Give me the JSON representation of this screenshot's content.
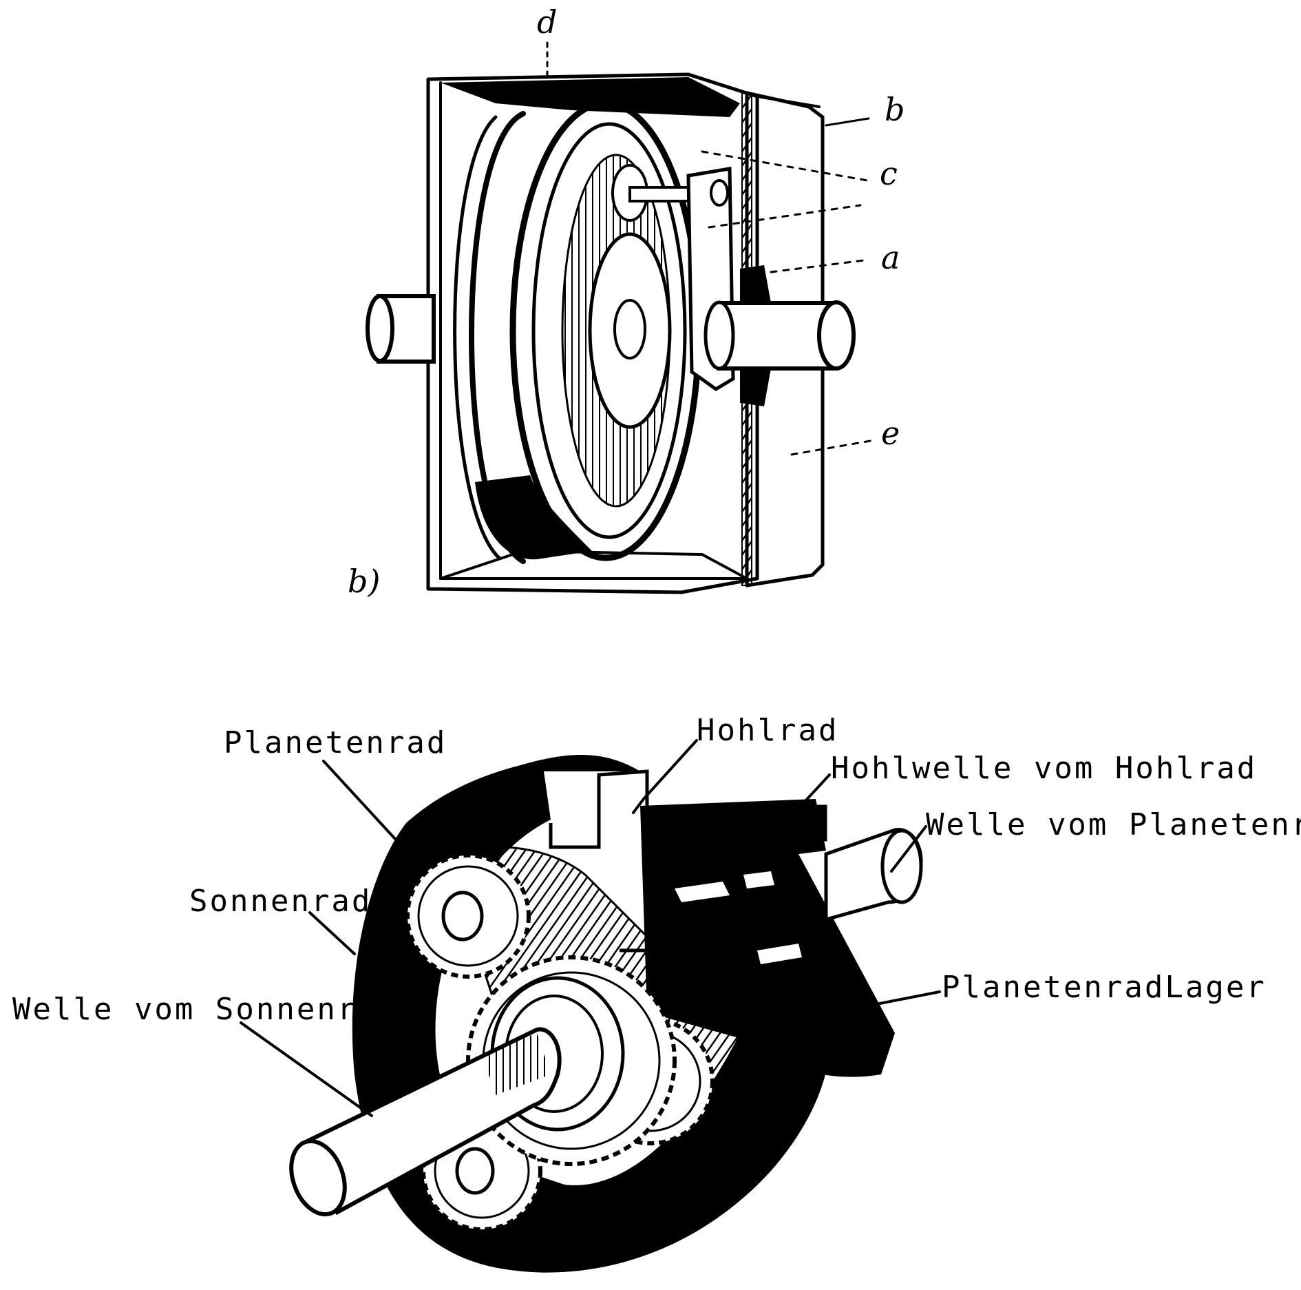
{
  "figure_top": {
    "labels": {
      "d": "d",
      "b": "b",
      "c": "c",
      "a": "a",
      "e": "e",
      "caption": "b)"
    }
  },
  "figure_bottom": {
    "labels": {
      "planetenrad": "Planetenrad",
      "sonnenrad": "Sonnenrad",
      "welle_sonnenrad": "Welle vom Sonnenrad",
      "hohlrad": "Hohlrad",
      "hohlwelle": "Hohlwelle vom Hohlrad",
      "welle_planetenrad": "Welle vom Planetenrad",
      "planetenrad_lager": "PlanetenradLager"
    }
  },
  "colors": {
    "ink": "#000000",
    "paper": "#ffffff"
  }
}
